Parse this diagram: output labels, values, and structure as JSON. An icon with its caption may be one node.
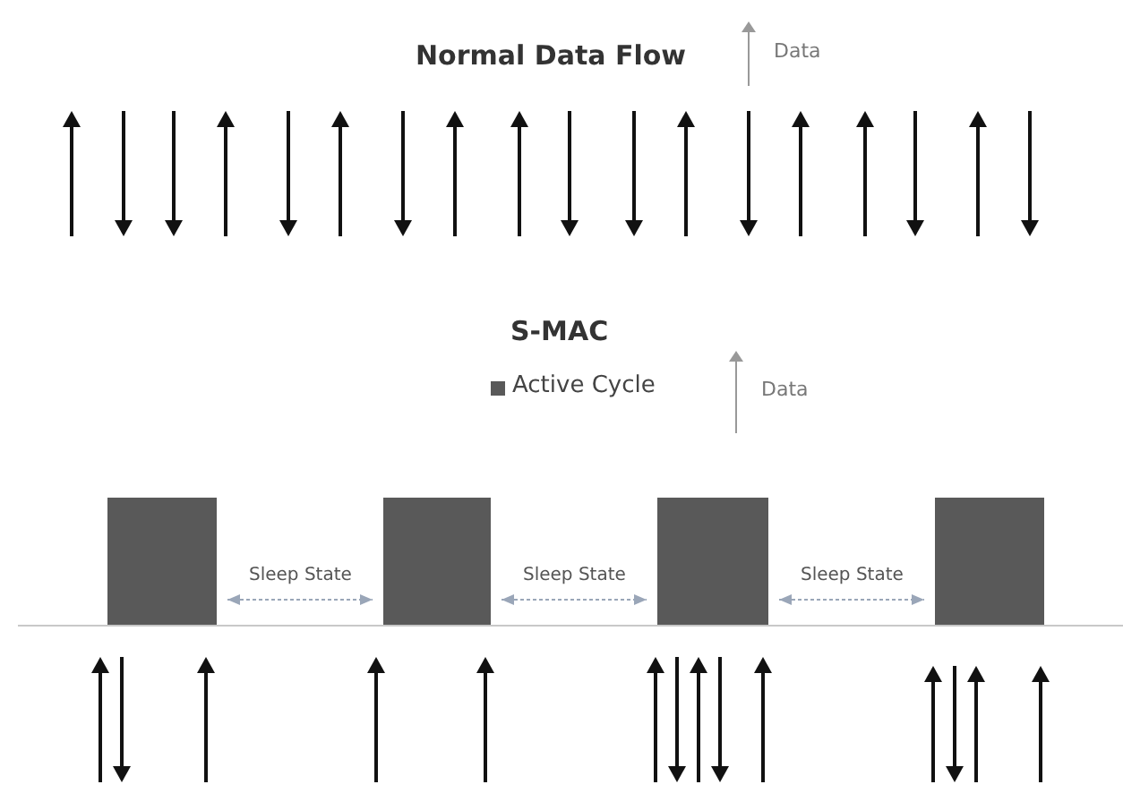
{
  "diagram": {
    "nodes": [
      {
        "text": [],
        "shape": "box"
      },
      {
        "text": [],
        "shape": "box"
      },
      {
        "text": [],
        "shape": "box"
      },
      {
        "text": [],
        "shape": "box"
      }
    ],
    "edges": [
      {
        "from": 0,
        "to": 1,
        "arrow": "both",
        "label": "Sleep State"
      },
      {
        "from": 1,
        "to": 2,
        "arrow": "both",
        "label": "Sleep State"
      },
      {
        "from": 2,
        "to": 3,
        "arrow": "both",
        "label": "Sleep State"
      }
    ],
    "labels": [
      "Normal Data Flow",
      "S-MAC"
    ],
    "legend": [
      {
        "text": "Data"
      },
      {
        "text": "Active Cycle",
        "color": "#595959"
      },
      {
        "text": "Data"
      }
    ]
  }
}
